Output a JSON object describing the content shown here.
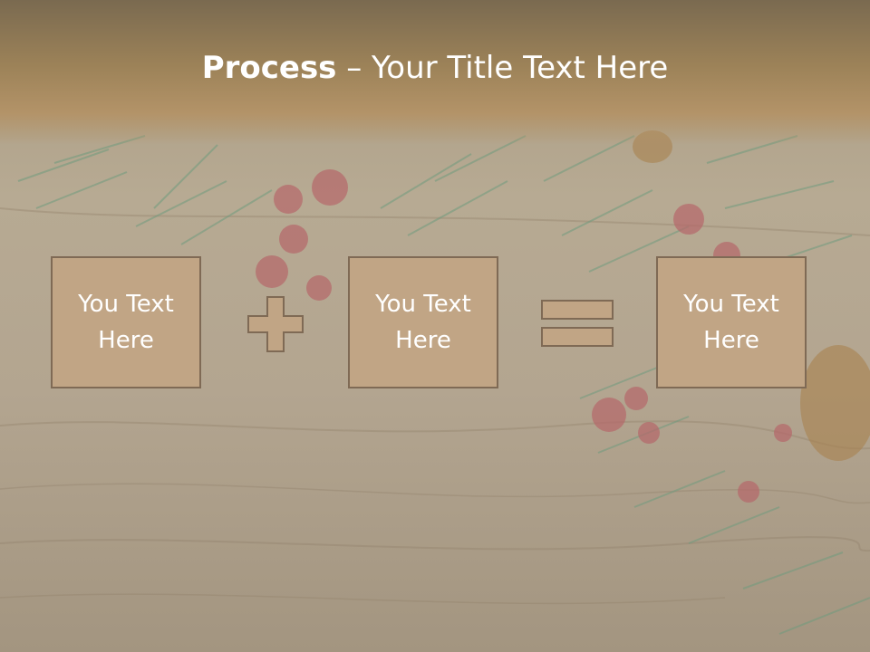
{
  "slide": {
    "title_bold": "Process",
    "title_rest": " – Your Title Text Here",
    "boxes": [
      {
        "text": "You Text Here"
      },
      {
        "text": "You Text Here"
      },
      {
        "text": "You Text Here"
      }
    ],
    "operators": [
      "plus-icon",
      "equals-icon"
    ]
  },
  "colors": {
    "box_fill": "#c1a585",
    "box_border": "#7f6a55",
    "header": "#a5885e",
    "text": "#ffffff"
  }
}
